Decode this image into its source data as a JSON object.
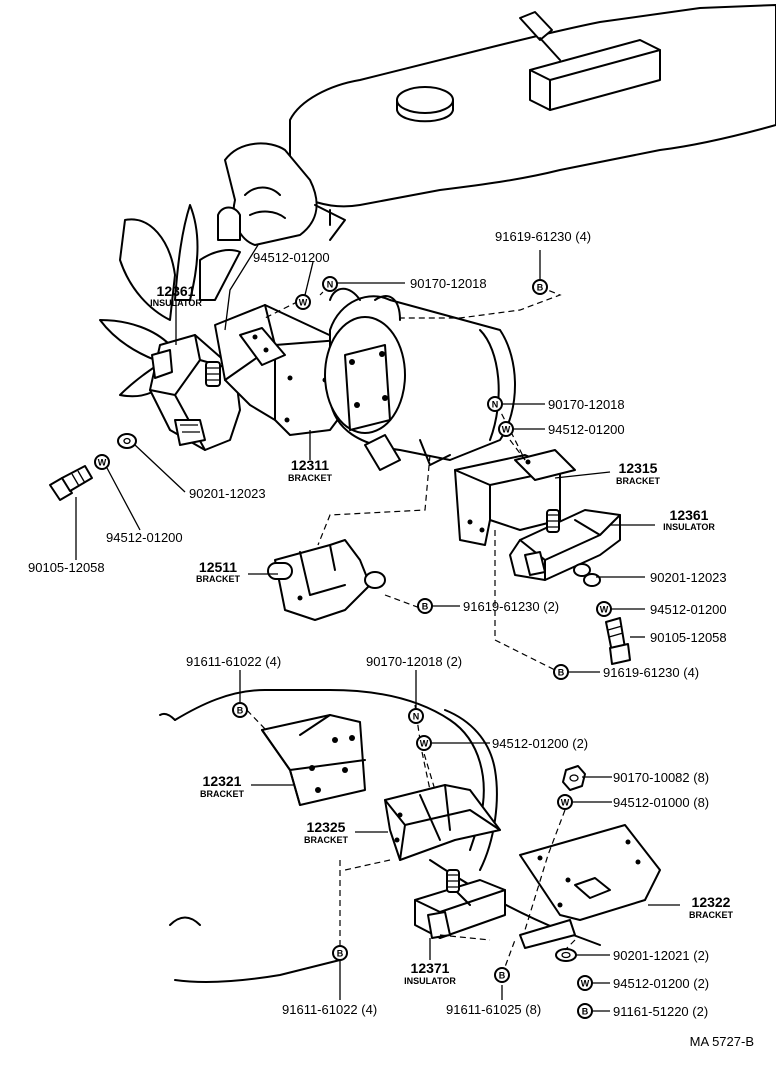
{
  "parts": [
    {
      "id": "p12361a",
      "number": "12361",
      "name": "INSULATOR"
    },
    {
      "id": "p12311",
      "number": "12311",
      "name": "BRACKET"
    },
    {
      "id": "p12315",
      "number": "12315",
      "name": "BRACKET"
    },
    {
      "id": "p12361b",
      "number": "12361",
      "name": "INSULATOR"
    },
    {
      "id": "p12511",
      "number": "12511",
      "name": "BRACKET"
    },
    {
      "id": "p12321",
      "number": "12321",
      "name": "BRACKET"
    },
    {
      "id": "p12325",
      "number": "12325",
      "name": "BRACKET"
    },
    {
      "id": "p12322",
      "number": "12322",
      "name": "BRACKET"
    },
    {
      "id": "p12371",
      "number": "12371",
      "name": "INSULATOR"
    }
  ],
  "fasteners": [
    {
      "id": "f1",
      "symbol": "W",
      "number": "94512-01200"
    },
    {
      "id": "f2",
      "symbol": "N",
      "number": "90170-12018"
    },
    {
      "id": "f3",
      "symbol": "B",
      "number": "91619-61230 (4)"
    },
    {
      "id": "f4",
      "symbol": "N",
      "number": "90170-12018"
    },
    {
      "id": "f5",
      "symbol": "W",
      "number": "94512-01200"
    },
    {
      "id": "f6",
      "symbol": "",
      "number": "90201-12023"
    },
    {
      "id": "f7",
      "symbol": "W",
      "number": "94512-01200"
    },
    {
      "id": "f8",
      "symbol": "",
      "number": "90105-12058"
    },
    {
      "id": "f9",
      "symbol": "",
      "number": "90201-12023"
    },
    {
      "id": "f10",
      "symbol": "W",
      "number": "94512-01200"
    },
    {
      "id": "f11",
      "symbol": "",
      "number": "90105-12058"
    },
    {
      "id": "f12",
      "symbol": "B",
      "number": "91619-61230 (2)"
    },
    {
      "id": "f13",
      "symbol": "B",
      "number": "91619-61230 (4)"
    },
    {
      "id": "f14",
      "symbol": "B",
      "number": "91611-61022 (4)"
    },
    {
      "id": "f15",
      "symbol": "N",
      "number": "90170-12018 (2)"
    },
    {
      "id": "f16",
      "symbol": "W",
      "number": "94512-01200 (2)"
    },
    {
      "id": "f17",
      "symbol": "",
      "number": "90170-10082 (8)"
    },
    {
      "id": "f18",
      "symbol": "W",
      "number": "94512-01000 (8)"
    },
    {
      "id": "f19",
      "symbol": "",
      "number": "90201-12021 (2)"
    },
    {
      "id": "f20",
      "symbol": "W",
      "number": "94512-01200 (2)"
    },
    {
      "id": "f21",
      "symbol": "B",
      "number": "91161-51220 (2)"
    },
    {
      "id": "f22",
      "symbol": "B",
      "number": "91611-61022 (4)"
    },
    {
      "id": "f23",
      "symbol": "B",
      "number": "91611-61025 (8)"
    }
  ],
  "diagram_code": "MA 5727-B"
}
